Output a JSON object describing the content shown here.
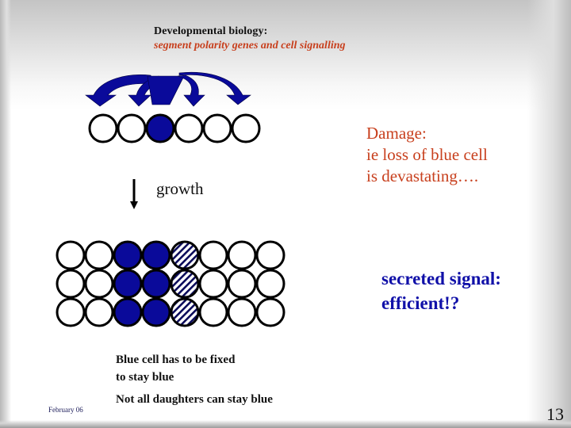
{
  "slide": {
    "title": "Developmental biology:",
    "subtitle": "segment polarity genes and cell signalling",
    "growth_label": "growth",
    "damage_lines": [
      "Damage:",
      "ie loss of blue cell",
      "is devastating…."
    ],
    "signal_lines": [
      "secreted signal:",
      "efficient!?"
    ],
    "note_fixed_lines": [
      "Blue cell has to be fixed",
      "to stay blue"
    ],
    "note_daughters": "Not all daughters can stay blue",
    "footer_date": "February 06",
    "page_number": "13"
  },
  "colors": {
    "subtitle": "#c8401e",
    "damage_text": "#c8401e",
    "signal_text": "#1010a8",
    "cell_blue": "#0a0a9a",
    "cell_outline": "#000000",
    "arrow_blue": "#0a0a9a"
  },
  "diagram": {
    "top_row": [
      "white",
      "white",
      "blue",
      "white",
      "white",
      "white"
    ],
    "grid_rows": [
      [
        "white",
        "white",
        "blue",
        "blue",
        "hatched",
        "white",
        "white",
        "white"
      ],
      [
        "white",
        "white",
        "blue",
        "blue",
        "hatched",
        "white",
        "white",
        "white"
      ],
      [
        "white",
        "white",
        "blue",
        "blue",
        "hatched",
        "white",
        "white",
        "white"
      ]
    ]
  }
}
